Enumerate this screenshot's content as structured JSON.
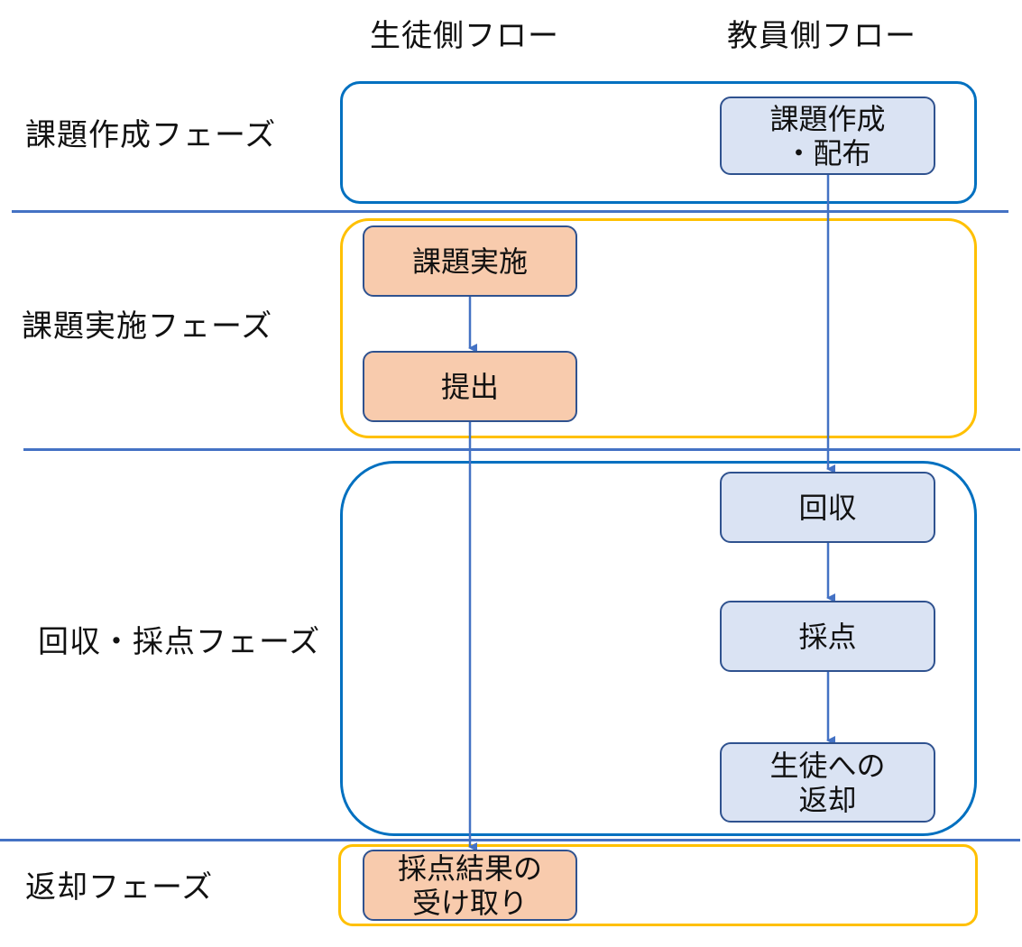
{
  "headers": {
    "student": "生徒側フロー",
    "teacher": "教員側フロー"
  },
  "phases": [
    {
      "label": "課題作成フェーズ",
      "color": "#0070c0"
    },
    {
      "label": "課題実施フェーズ",
      "color": "#ffc000"
    },
    {
      "label": "回収・採点フェーズ",
      "color": "#0070c0"
    },
    {
      "label": "返却フェーズ",
      "color": "#ffc000"
    }
  ],
  "nodes": {
    "create_distribute": "課題作成\n・配布",
    "do_assignment": "課題実施",
    "submit": "提出",
    "collect": "回収",
    "grade": "採点",
    "return_to_students": "生徒への\n返却",
    "receive_results": "採点結果の\n受け取り"
  },
  "colors": {
    "student_node_fill": "#f8cbad",
    "teacher_node_fill": "#dae3f3",
    "node_border": "#2f528f",
    "arrow": "#4472c4",
    "divider": "#4472c4"
  }
}
